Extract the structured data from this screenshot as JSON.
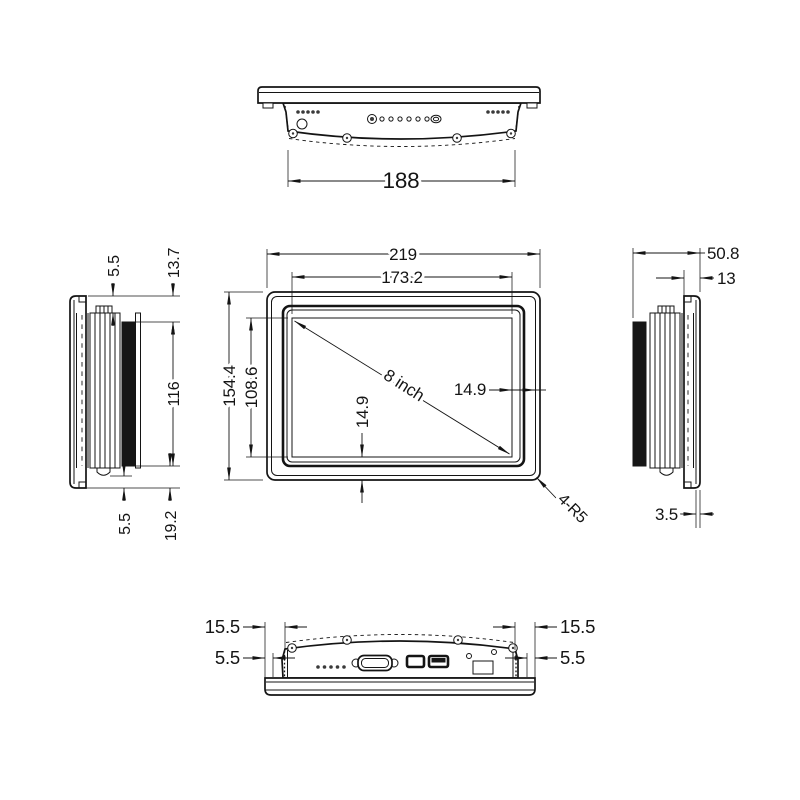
{
  "drawing": {
    "type": "orthographic engineering drawing",
    "subject": "8 inch industrial panel PC"
  },
  "colors": {
    "ink": "#141414",
    "paper": "#ffffff"
  },
  "views": {
    "top": {
      "fin_width": "188"
    },
    "front": {
      "overall_width": "219",
      "display_width": "173.2",
      "overall_height": "154.4",
      "display_height": "108.6",
      "diagonal": "8 inch",
      "bottom_margin": "14.9",
      "right_margin": "14.9",
      "corner_radius": "4-R5"
    },
    "left_side": {
      "front_gap": "5.5",
      "front_depth": "13.7",
      "cutout_height": "116",
      "rear_gap": "5.5",
      "rear_depth": "19.2"
    },
    "right_side": {
      "total_depth": "50.8",
      "bezel_depth": "13",
      "lip_thickness": "3.5"
    },
    "bottom": {
      "left_fin_inset": "15.5",
      "left_lip": "5.5",
      "right_fin_inset": "15.5",
      "right_lip": "5.5"
    }
  }
}
